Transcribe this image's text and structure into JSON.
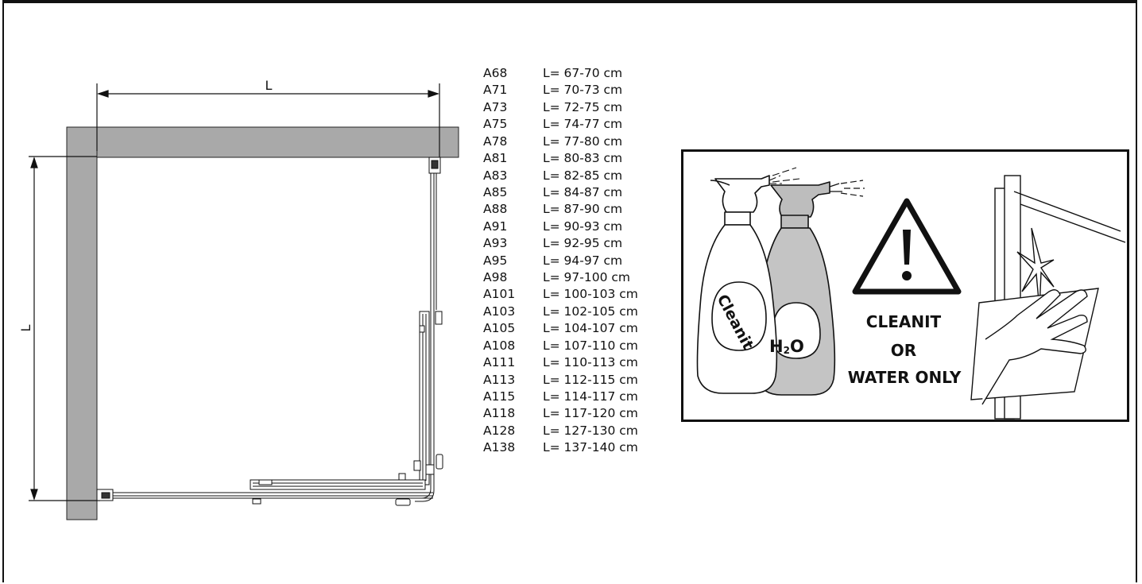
{
  "plan": {
    "width_label": "L",
    "depth_label": "L"
  },
  "sizes": [
    {
      "model": "A68",
      "range": "L= 67-70 cm"
    },
    {
      "model": "A71",
      "range": "L= 70-73 cm"
    },
    {
      "model": "A73",
      "range": "L= 72-75 cm"
    },
    {
      "model": "A75",
      "range": "L= 74-77 cm"
    },
    {
      "model": "A78",
      "range": "L= 77-80 cm"
    },
    {
      "model": "A81",
      "range": "L= 80-83 cm"
    },
    {
      "model": "A83",
      "range": "L= 82-85 cm"
    },
    {
      "model": "A85",
      "range": "L= 84-87 cm"
    },
    {
      "model": "A88",
      "range": "L= 87-90 cm"
    },
    {
      "model": "A91",
      "range": "L= 90-93 cm"
    },
    {
      "model": "A93",
      "range": "L= 92-95 cm"
    },
    {
      "model": "A95",
      "range": "L= 94-97 cm"
    },
    {
      "model": "A98",
      "range": "L= 97-100 cm"
    },
    {
      "model": "A101",
      "range": "L= 100-103 cm"
    },
    {
      "model": "A103",
      "range": "L= 102-105 cm"
    },
    {
      "model": "A105",
      "range": "L= 104-107 cm"
    },
    {
      "model": "A108",
      "range": "L= 107-110 cm"
    },
    {
      "model": "A111",
      "range": "L= 110-113 cm"
    },
    {
      "model": "A113",
      "range": "L= 112-115 cm"
    },
    {
      "model": "A115",
      "range": "L= 114-117 cm"
    },
    {
      "model": "A118",
      "range": "L= 117-120 cm"
    },
    {
      "model": "A128",
      "range": "L= 127-130 cm"
    },
    {
      "model": "A138",
      "range": "L= 137-140 cm"
    }
  ],
  "warning": {
    "bottle_left_label": "Cleanit",
    "bottle_right_label_main": "H",
    "bottle_right_label_sub": "2",
    "bottle_right_label_end": "O",
    "line1": "CLEANIT",
    "line2": "OR",
    "line3": "WATER ONLY"
  },
  "colors": {
    "wall": "#a9a9a9",
    "ink": "#111111",
    "bottle_grey": "#c4c4c4"
  }
}
